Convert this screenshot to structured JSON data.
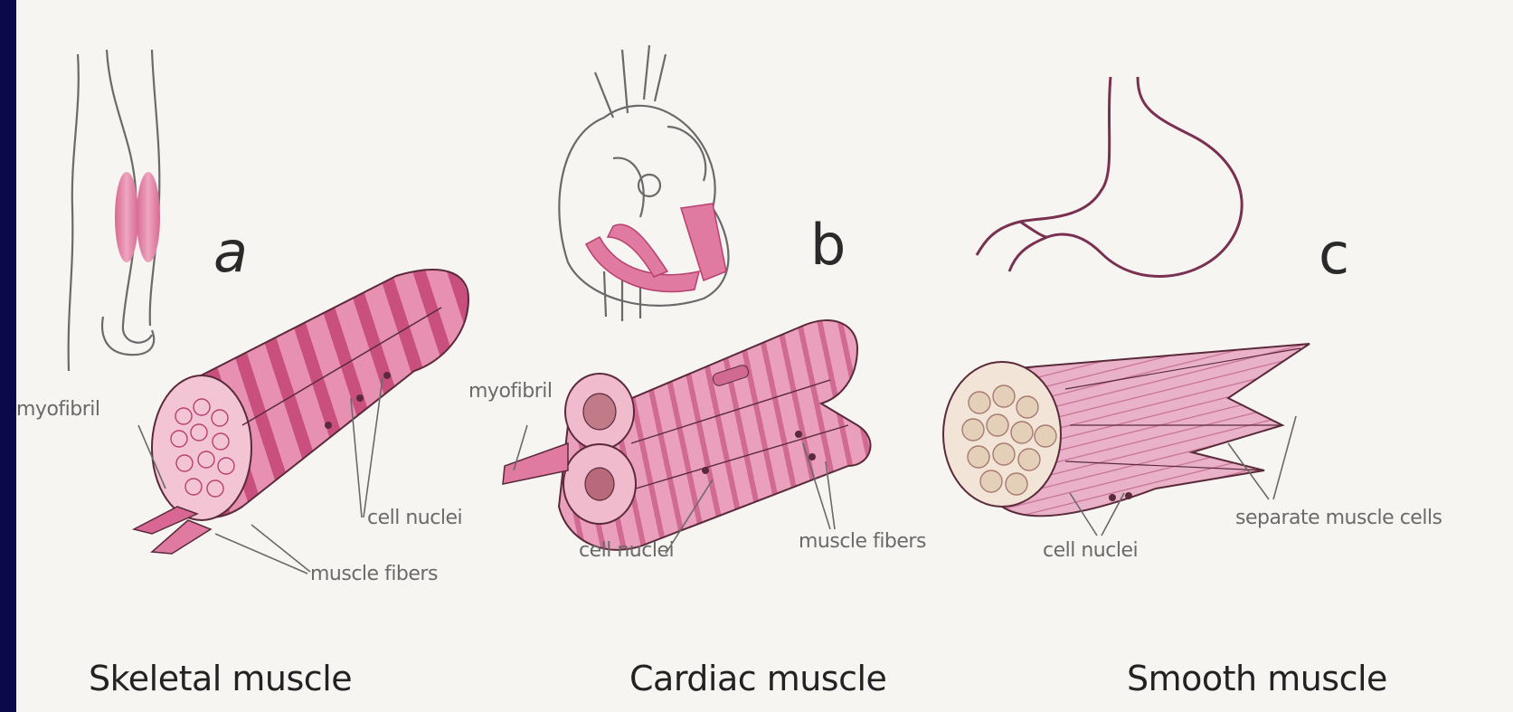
{
  "panels": [
    {
      "id": "a",
      "letter": "a",
      "caption": "Skeletal muscle",
      "labels": {
        "myofibril": "myofibril",
        "nuclei": "cell nuclei",
        "fibers": "muscle fibers"
      }
    },
    {
      "id": "b",
      "letter": "b",
      "caption": "Cardiac muscle",
      "labels": {
        "myofibril": "myofibril",
        "nuclei": "cell nuclei",
        "fibers": "muscle fibers"
      }
    },
    {
      "id": "c",
      "letter": "c",
      "caption": "Smooth muscle",
      "labels": {
        "nuclei": "cell nuclei",
        "cells": "separate muscle cells"
      }
    }
  ],
  "colors": {
    "frame": "#0a0a4a",
    "background": "#f7f5f2",
    "muscle_pink": "#e07aa0",
    "muscle_dark": "#b8406e",
    "outline": "#5a2a3a",
    "organ_line": "#7a3050",
    "label_text": "#6a6a6a"
  }
}
